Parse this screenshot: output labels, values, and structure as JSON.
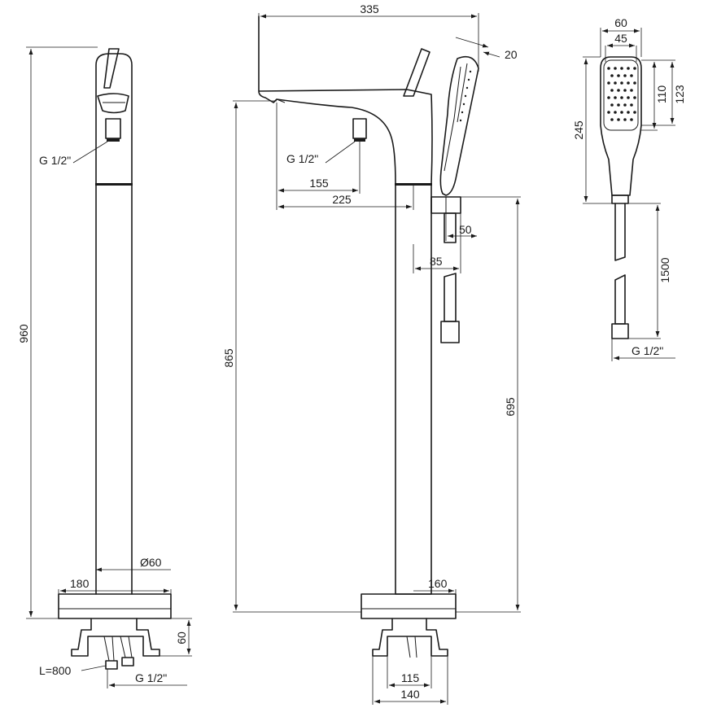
{
  "labels": {
    "d960": "960",
    "d335": "335",
    "d20": "20",
    "d60top": "60",
    "d45": "45",
    "d110": "110",
    "d123": "123",
    "d245": "245",
    "d1500": "1500",
    "d865": "865",
    "d695": "695",
    "d155": "155",
    "d225": "225",
    "d50": "50",
    "d85": "85",
    "d180": "180",
    "d60dia": "Ø60",
    "d160": "160",
    "d60side": "60",
    "d115": "115",
    "d140": "140",
    "thread_a": "G 1/2\"",
    "thread_b": "G 1/2\"",
    "thread_c": "G 1/2\"",
    "thread_d": "G 1/2\"",
    "hose_len": "L=800"
  }
}
